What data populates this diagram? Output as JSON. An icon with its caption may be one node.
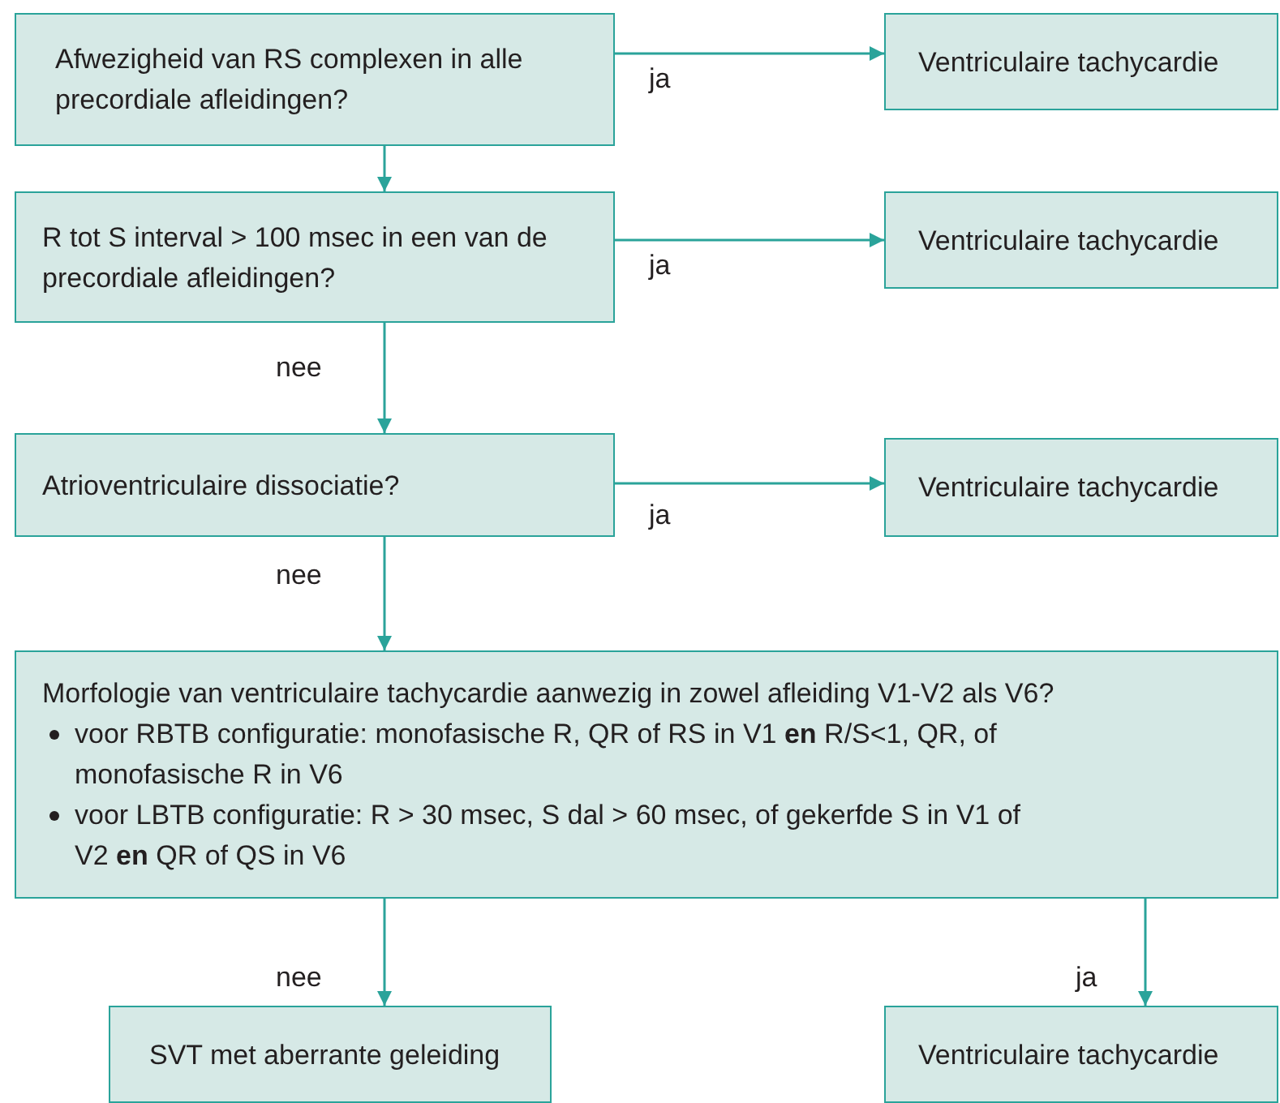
{
  "diagram": {
    "nodes": [
      {
        "text": [
          "Afwezigheid van RS complexen in alle precordiale afleidingen?"
        ]
      },
      {
        "text": [
          "Ventriculaire tachycardie"
        ]
      },
      {
        "text": [
          "R tot S interval > 100 msec in een van de precordiale afleidingen?"
        ]
      },
      {
        "text": [
          "Ventriculaire tachycardie"
        ]
      },
      {
        "text": [
          "Atrioventriculaire dissociatie?"
        ]
      },
      {
        "text": [
          "Ventriculaire tachycardie"
        ]
      },
      {
        "text": [
          "Morfologie van ventriculaire tachycardie aanwezig in zowel afleiding V1-V2 als V6?",
          "voor RBTB configuratie: monofasische R, QR of RS in V1 **en** R/S<1, QR, of monofasische R in V6",
          "voor LBTB configuratie: R > 30 msec, S dal > 60 msec, of gekerfde S in V1 of V2 **en** QR of QS in V6"
        ]
      },
      {
        "text": [
          "SVT met aberrante geleiding"
        ]
      },
      {
        "text": [
          "Ventriculaire tachycardie"
        ]
      }
    ],
    "edges": [
      {
        "from": 0,
        "to": 1,
        "arrow": "to",
        "label": "ja"
      },
      {
        "from": 0,
        "to": 2,
        "arrow": "to"
      },
      {
        "from": 2,
        "to": 3,
        "arrow": "to",
        "label": "ja"
      },
      {
        "from": 2,
        "to": 4,
        "arrow": "to",
        "label": "nee"
      },
      {
        "from": 4,
        "to": 5,
        "arrow": "to",
        "label": "ja"
      },
      {
        "from": 4,
        "to": 6,
        "arrow": "to",
        "label": "nee"
      },
      {
        "from": 6,
        "to": 7,
        "arrow": "to",
        "label": "nee"
      },
      {
        "from": 6,
        "to": 8,
        "arrow": "to",
        "label": "ja"
      }
    ]
  }
}
